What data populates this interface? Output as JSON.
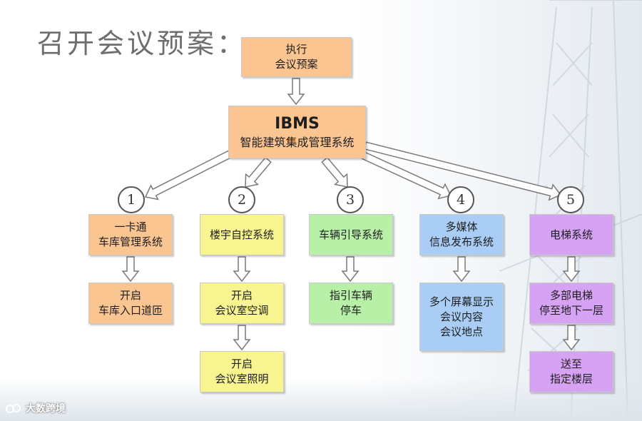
{
  "title": "召开会议预案：",
  "top_box": {
    "line1": "执行",
    "line2": "会议预案"
  },
  "ibms": {
    "head": "IBMS",
    "sub": "智能建筑集成管理系统"
  },
  "branches": [
    {
      "number": "1",
      "system": [
        "一卡通",
        "车库管理系统"
      ],
      "steps": [
        [
          "开启",
          "车库入口道匝"
        ]
      ]
    },
    {
      "number": "2",
      "system": [
        "楼宇自控系统"
      ],
      "steps": [
        [
          "开启",
          "会议室空调"
        ],
        [
          "开启",
          "会议室照明"
        ]
      ]
    },
    {
      "number": "3",
      "system": [
        "车辆引导系统"
      ],
      "steps": [
        [
          "指引车辆",
          "停车"
        ]
      ]
    },
    {
      "number": "4",
      "system": [
        "多媒体",
        "信息发布系统"
      ],
      "steps": [
        [
          "多个屏幕显示",
          "会议内容",
          "会议地点"
        ]
      ]
    },
    {
      "number": "5",
      "system": [
        "电梯系统"
      ],
      "steps": [
        [
          "多部电梯",
          "停至地下一层"
        ],
        [
          "送至",
          "指定楼层"
        ]
      ]
    }
  ],
  "colors": {
    "orange": "#fbc592",
    "yellow": "#f8f590",
    "green": "#b8f0a8",
    "blue": "#a9cdf5",
    "purple": "#d6a3f4",
    "arrow_fill": "#ffffff",
    "arrow_stroke": "#7a7a7a"
  },
  "icons": {
    "arrow": "hollow-arrow",
    "watermark_logo": "logo-icon"
  },
  "watermark": {
    "text": "大数跨境"
  }
}
